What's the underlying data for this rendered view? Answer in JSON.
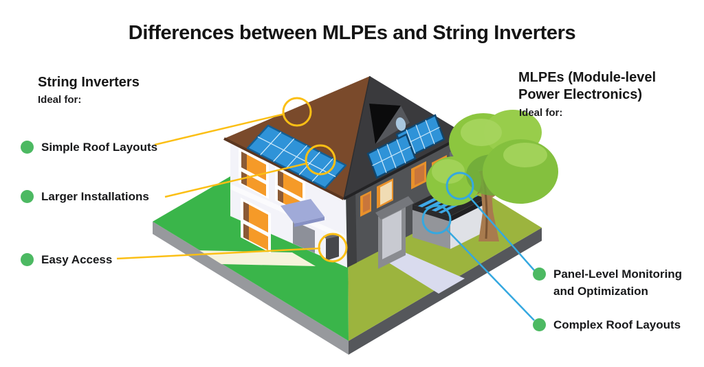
{
  "title": "Differences between MLPEs and String Inverters",
  "left_panel": {
    "heading": "String Inverters",
    "subheading": "Ideal for:",
    "items": [
      {
        "label": "Simple Roof Layouts"
      },
      {
        "label": "Larger Installations"
      },
      {
        "label": "Easy Access"
      }
    ]
  },
  "right_panel": {
    "heading_lines": [
      "MLPEs (Module-level",
      "Power Electronics)"
    ],
    "subheading": "Ideal for:",
    "items": [
      {
        "label": "Panel-Level Monitoring and Optimization"
      },
      {
        "label": "Complex Roof Layouts"
      }
    ]
  },
  "illustration": {
    "description_icons": [
      "split-house-icon",
      "string-inverter-box-icon",
      "solar-panel-array-icon",
      "skylight-icon",
      "tree-icon",
      "garage-icon",
      "callout-circle-icon"
    ],
    "colors": {
      "bullet_green": "#4CB962",
      "callout_yellow": "#FBBF15",
      "callout_blue": "#35A8E0",
      "grass_left": "#3AB54A",
      "grass_right": "#9CB43E",
      "roof_left_brown": "#7A4A2B",
      "roof_right_dark": "#3A3A3D",
      "wall_left_white": "#F3F3F9",
      "wall_right_dark": "#515356",
      "solar_panel_blue": "#2F93D8",
      "window_orange": "#F59A28",
      "text": "#161616"
    }
  }
}
